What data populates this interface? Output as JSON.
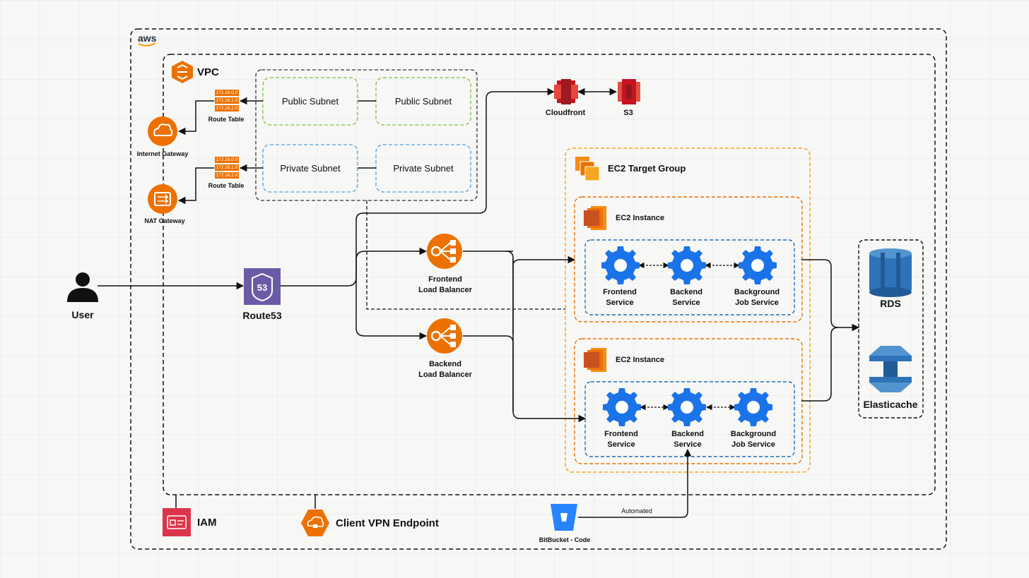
{
  "labels": {
    "aws": "aws",
    "vpc": "VPC",
    "public_subnet_1": "Public Subnet",
    "public_subnet_2": "Public Subnet",
    "private_subnet_1": "Private Subnet",
    "private_subnet_2": "Private Subnet",
    "route_table_1": "Route Table",
    "route_table_2": "Route Table",
    "internet_gateway": "Internet Gateway",
    "nat_gateway": "NAT Gateway",
    "cloudfront": "Cloudfront",
    "s3": "S3",
    "ec2_target_group": "EC2 Target Group",
    "ec2_instance_1": "EC2 Instance",
    "ec2_instance_2": "EC2 Instance",
    "user": "User",
    "route53": "Route53",
    "frontend_lb": "Frontend\nLoad Balancer",
    "backend_lb": "Backend\nLoad Balancer",
    "frontend_service_1": "Frontend\nService",
    "backend_service_1": "Backend\nService",
    "background_job_1": "Background\nJob Service",
    "frontend_service_2": "Frontend\nService",
    "backend_service_2": "Backend\nService",
    "background_job_2": "Background\nJob Service",
    "rds": "RDS",
    "elasticache": "Elasticache",
    "iam": "IAM",
    "client_vpn": "Client VPN Endpoint",
    "bitbucket": "BitBucket - Code",
    "automated": "Automated"
  },
  "route_table_entries": [
    "172.16.0.0",
    "172.16.1.0",
    "172.16.2.0"
  ],
  "route53_badge": "53",
  "colors": {
    "aws_orange": "#ED7100",
    "red": "#C7131F",
    "purple": "#6B5BA7",
    "gear_blue": "#1A73E8",
    "rds_blue": "#2E73B8",
    "public_green": "#7AC143",
    "private_blue": "#4CA3E0",
    "target_orange": "#F5A623",
    "dashed_blue": "#1F6FB5",
    "iam_red": "#DD344C",
    "bitbucket_blue": "#2684FF"
  },
  "icons": [
    "aws-logo-icon",
    "vpc-icon",
    "route-table-icon",
    "internet-gateway-icon",
    "nat-gateway-icon",
    "cloudfront-icon",
    "s3-icon",
    "ec2-target-group-icon",
    "ec2-instance-icon",
    "user-icon",
    "route53-icon",
    "load-balancer-icon",
    "gear-icon",
    "rds-icon",
    "elasticache-icon",
    "iam-icon",
    "client-vpn-icon",
    "bitbucket-icon"
  ]
}
